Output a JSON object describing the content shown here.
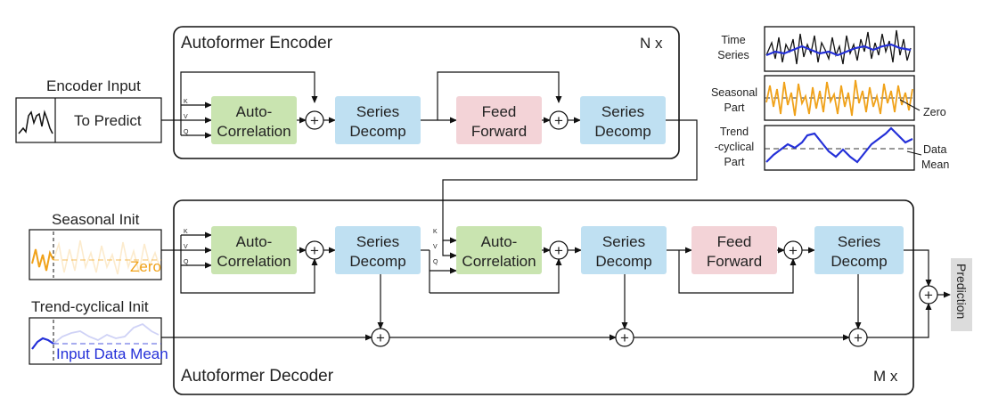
{
  "encoder": {
    "title": "Autoformer Encoder",
    "repeat": "N x",
    "input_label": "Encoder Input",
    "input_box_text": "To Predict",
    "blocks": {
      "auto_correlation": [
        "Auto-",
        "Correlation"
      ],
      "series_decomp_1": [
        "Series",
        "Decomp"
      ],
      "feed_forward": [
        "Feed",
        "Forward"
      ],
      "series_decomp_2": [
        "Series",
        "Decomp"
      ]
    }
  },
  "decoder": {
    "title": "Autoformer Decoder",
    "repeat": "M x",
    "seasonal_init_label": "Seasonal Init",
    "seasonal_init_note": "Zero",
    "trend_init_label": "Trend-cyclical Init",
    "trend_init_note": "Input Data Mean",
    "blocks": {
      "auto_correlation_1": [
        "Auto-",
        "Correlation"
      ],
      "series_decomp_1": [
        "Series",
        "Decomp"
      ],
      "auto_correlation_2": [
        "Auto-",
        "Correlation"
      ],
      "series_decomp_2": [
        "Series",
        "Decomp"
      ],
      "feed_forward": [
        "Feed",
        "Forward"
      ],
      "series_decomp_3": [
        "Series",
        "Decomp"
      ]
    }
  },
  "qkv": [
    "K",
    "V",
    "Q"
  ],
  "plus_symbol": "+",
  "prediction_label": "Prediction",
  "legend": {
    "time_series": [
      "Time",
      "Series"
    ],
    "seasonal_part": [
      "Seasonal",
      "Part"
    ],
    "seasonal_note": "Zero",
    "trend_part": [
      "Trend",
      "-cyclical",
      "Part"
    ],
    "trend_note": [
      "Data",
      "Mean"
    ]
  },
  "colors": {
    "auto_correlation": "#c9e4b0",
    "series_decomp": "#bfe0f2",
    "feed_forward": "#f3d3d7",
    "seasonal_orange": "#f0a21a",
    "trend_blue": "#2430d8",
    "prediction_bg": "#dcdcdc"
  }
}
